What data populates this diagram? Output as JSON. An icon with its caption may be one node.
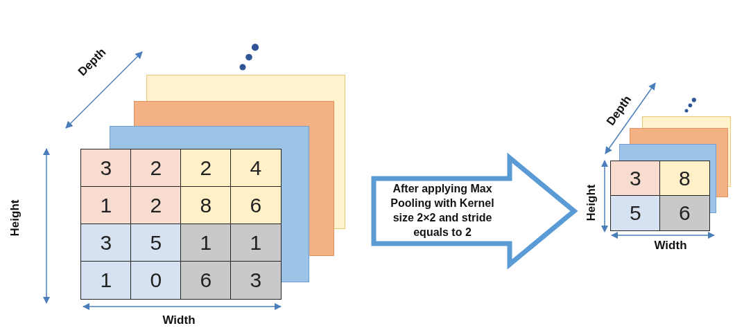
{
  "diagram": {
    "nodes": [
      {
        "text": [
          "After applying Max Pooling with Kernel size 2×2 and stride equals to 2"
        ]
      }
    ],
    "labels": [
      "Depth",
      "Height",
      "3",
      "2",
      "2",
      "4",
      "1",
      "2",
      "8",
      "6",
      "3",
      "5",
      "1",
      "1",
      "1",
      "0",
      "6",
      "3",
      "Width",
      "Depth",
      "Height",
      "3",
      "8",
      "5",
      "6",
      "Width"
    ]
  }
}
